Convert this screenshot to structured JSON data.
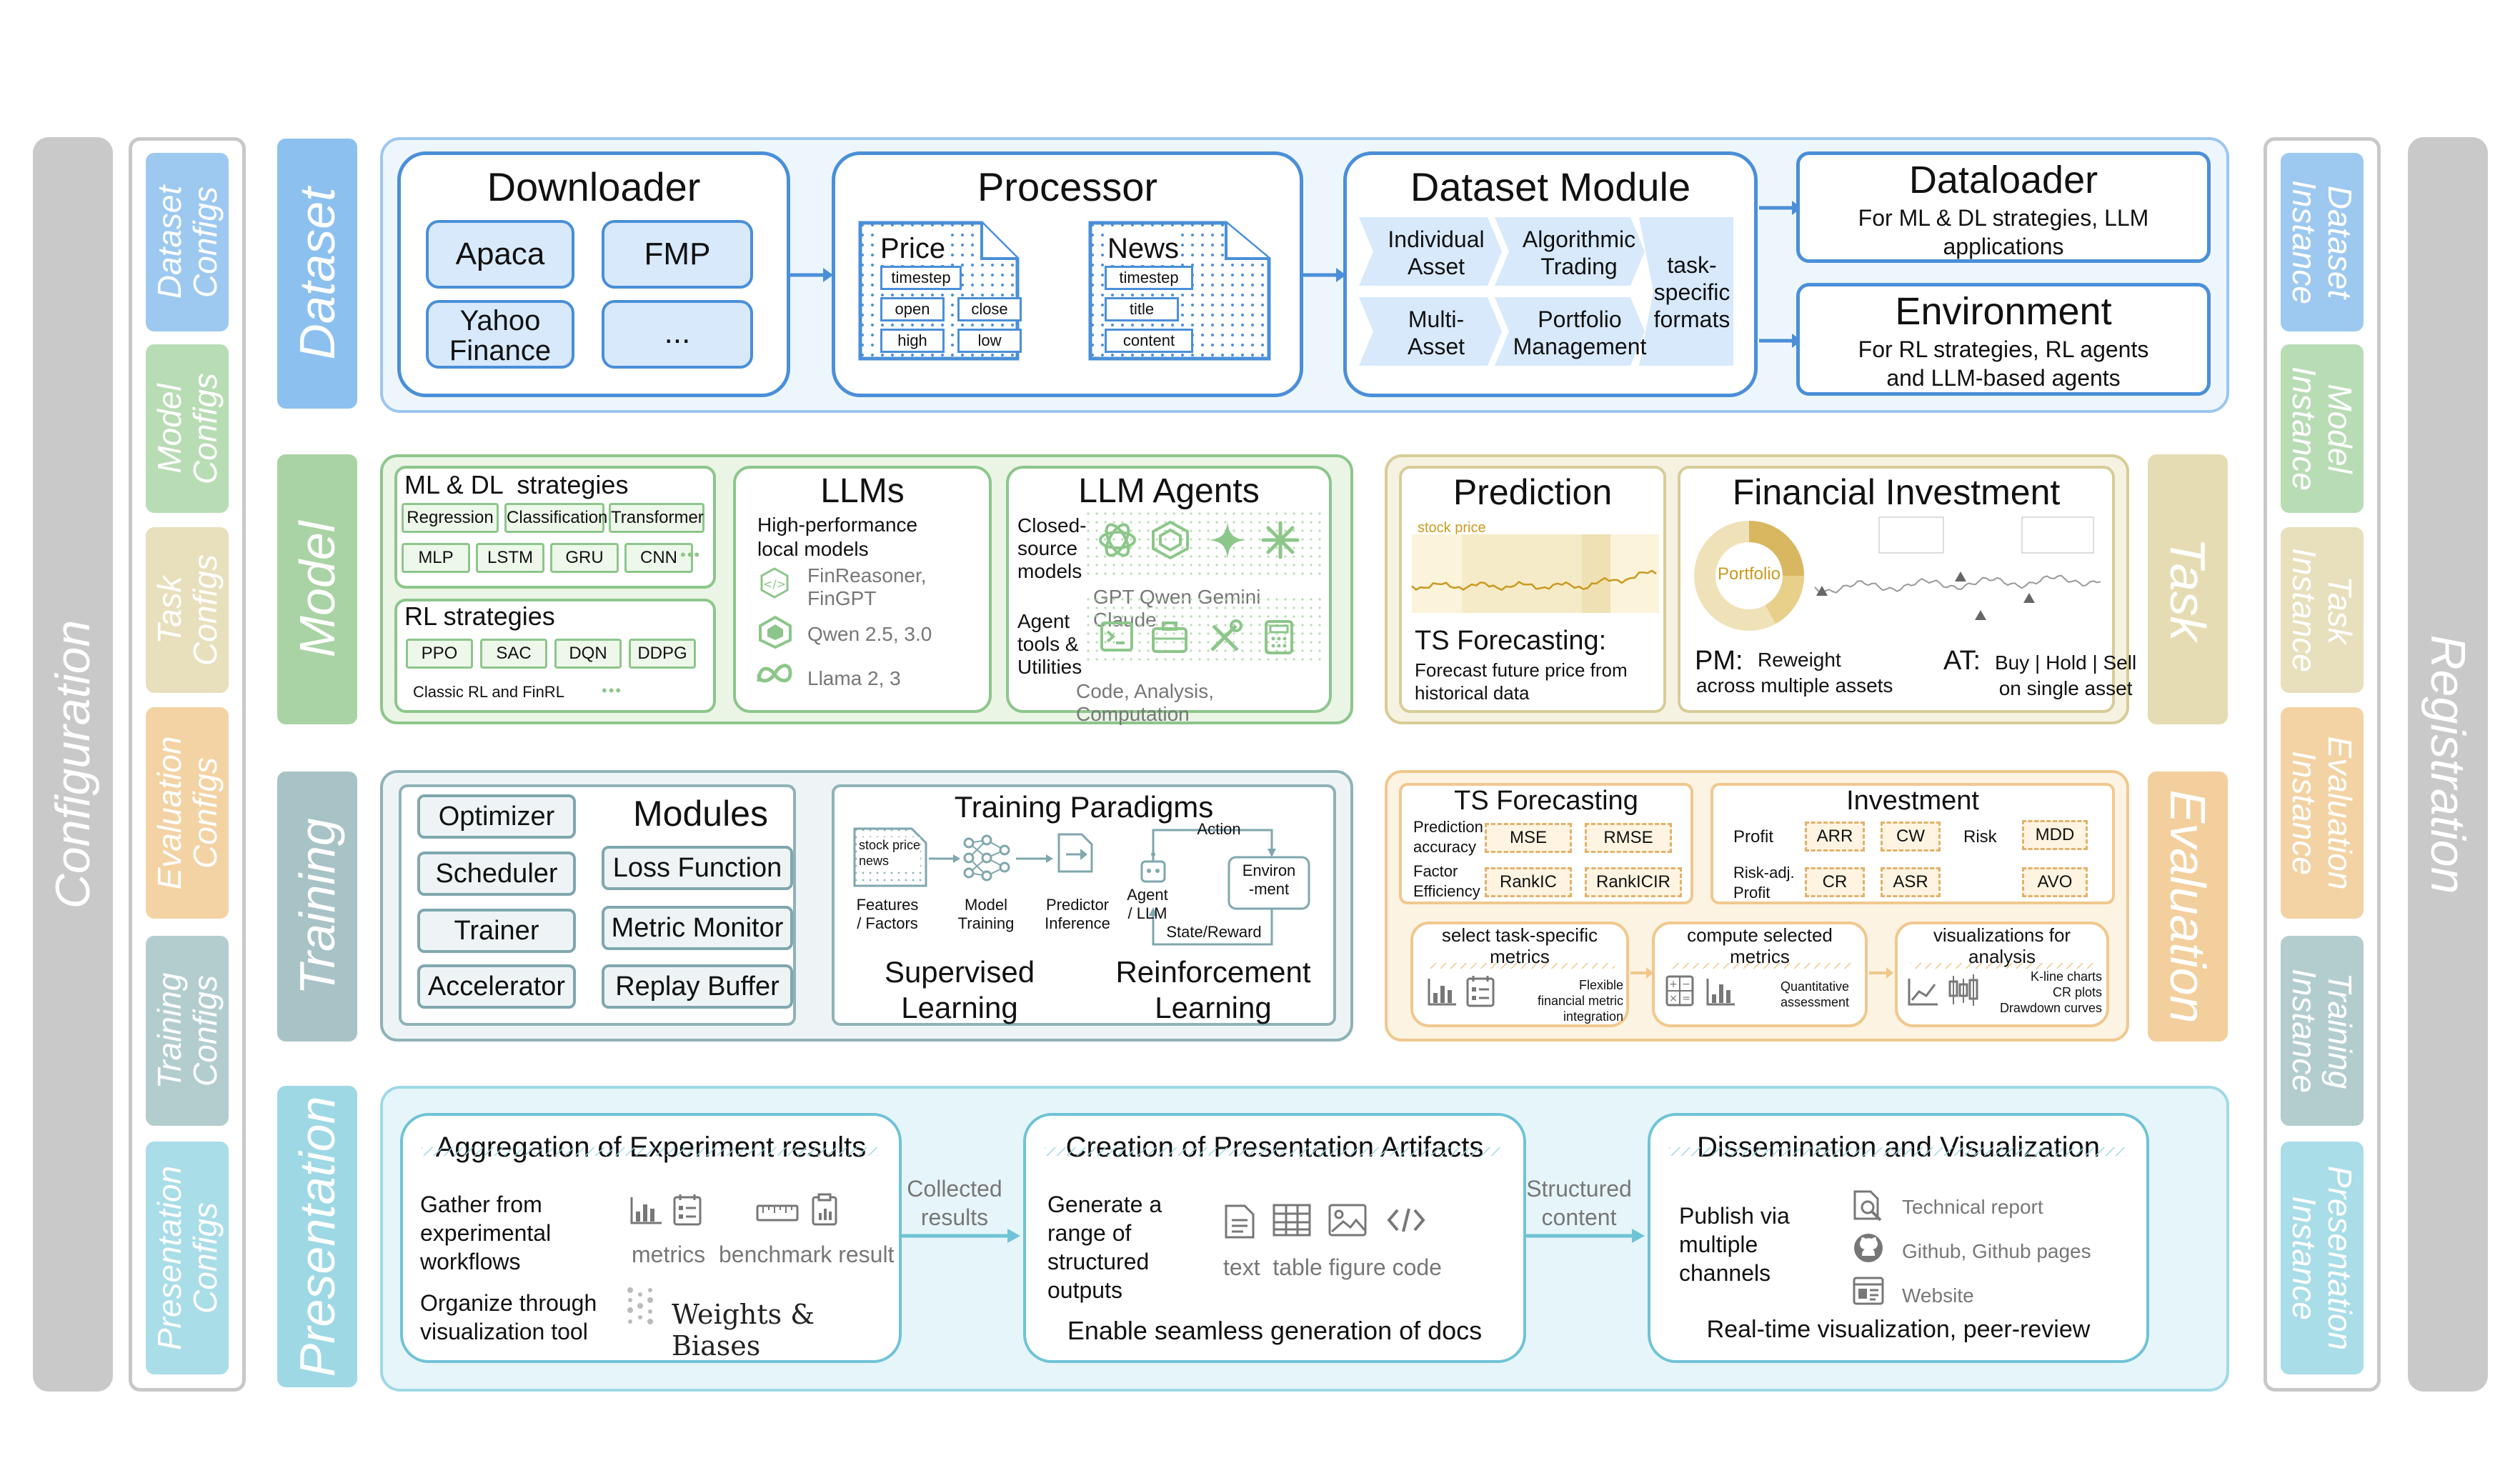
{
  "sidebars": {
    "left_title": "Configuration",
    "right_title": "Registration",
    "configs": [
      {
        "label": "Dataset Configs",
        "line1": "Dataset",
        "line2": "Configs",
        "color": "#9dc9f0"
      },
      {
        "label": "Model Configs",
        "line1": "Model",
        "line2": "Configs",
        "color": "#b8dcb4"
      },
      {
        "label": "Task Configs",
        "line1": "Task",
        "line2": "Configs",
        "color": "#e8dfbc"
      },
      {
        "label": "Evaluation Configs",
        "line1": "Evaluation",
        "line2": "Configs",
        "color": "#f3d3a4"
      },
      {
        "label": "Training Configs",
        "line1": "Training",
        "line2": "Configs",
        "color": "#b3cdcf"
      },
      {
        "label": "Presentation Configs",
        "line1": "Presentation",
        "line2": "Configs",
        "color": "#a9dde8"
      }
    ],
    "instances": [
      {
        "line1": "Dataset",
        "line2": "Instance",
        "color": "#9dc9f0"
      },
      {
        "line1": "Model",
        "line2": "Instance",
        "color": "#b8dcb4"
      },
      {
        "line1": "Task",
        "line2": "Instance",
        "color": "#e8dfbc"
      },
      {
        "line1": "Evaluation",
        "line2": "Instance",
        "color": "#f3d3a4"
      },
      {
        "line1": "Training",
        "line2": "Instance",
        "color": "#b3cdcf"
      },
      {
        "line1": "Presentation",
        "line2": "Instance",
        "color": "#a9dde8"
      }
    ]
  },
  "layers": {
    "dataset": "Dataset",
    "model": "Model",
    "training": "Training",
    "presentation": "Presentation",
    "task": "Task",
    "evaluation": "Evaluation"
  },
  "dataset": {
    "downloader": {
      "title": "Downloader",
      "sources": [
        "Apaca",
        "FMP",
        "Yahoo\nFinance",
        "..."
      ]
    },
    "processor": {
      "title": "Processor",
      "price": {
        "title": "Price",
        "fields": [
          "timestep",
          "open",
          "close",
          "high",
          "low"
        ]
      },
      "news": {
        "title": "News",
        "fields": [
          "timestep",
          "title",
          "content"
        ]
      }
    },
    "dataset_module": {
      "title": "Dataset Module",
      "items": [
        "Individual\nAsset",
        "Algorithmic\nTrading",
        "Multi-\nAsset",
        "Portfolio\nManagement"
      ],
      "side": "task-\nspecific\nformats"
    },
    "dataloader": {
      "title": "Dataloader",
      "desc": "For ML & DL strategies, LLM\napplications"
    },
    "environment": {
      "title": "Environment",
      "desc": "For RL strategies, RL agents\nand LLM-based agents"
    }
  },
  "model": {
    "mldl": {
      "title": "ML & DL  strategies",
      "row1": [
        "Regression",
        "Classification",
        "Transformer"
      ],
      "row2": [
        "MLP",
        "LSTM",
        "GRU",
        "CNN"
      ],
      "more": "•••"
    },
    "rl": {
      "title": "RL strategies",
      "chips": [
        "PPO",
        "SAC",
        "DQN",
        "DDPG"
      ],
      "desc": "Classic RL and FinRL",
      "more": "•••"
    },
    "llms": {
      "title": "LLMs",
      "desc": "High-performance\nlocal models",
      "items": [
        "FinReasoner,\nFinGPT",
        "Qwen 2.5, 3.0",
        "Llama 2, 3"
      ]
    },
    "agents": {
      "title": "LLM Agents",
      "closed": "Closed-\nsource\nmodels",
      "closed_names": "GPT Qwen Gemini Claude",
      "tools": "Agent\ntools &\nUtilities",
      "tools_names": "Code, Analysis, Computation"
    }
  },
  "task": {
    "prediction": {
      "title": "Prediction",
      "chart_label": "stock price",
      "sub": "TS Forecasting:",
      "desc": "Forecast future price from\nhistorical data"
    },
    "investment": {
      "title": "Financial Investment",
      "donut_label": "Portfolio",
      "pm_head": "PM:",
      "pm": "Reweight\nacross multiple assets",
      "at_head": "AT:",
      "at": "Buy | Hold | Sell\non single asset"
    }
  },
  "evaluation": {
    "ts": {
      "title": "TS Forecasting",
      "row1_label": "Prediction\naccuracy",
      "row1": [
        "MSE",
        "RMSE"
      ],
      "row2_label": "Factor\nEfficiency",
      "row2": [
        "RankIC",
        "RankICIR"
      ]
    },
    "inv": {
      "title": "Investment",
      "profit": "Profit",
      "profit_m": [
        "ARR",
        "CW"
      ],
      "risk": "Risk",
      "risk_m": [
        "MDD"
      ],
      "radj": "Risk-adj.\nProfit",
      "radj_m": [
        "CR",
        "ASR"
      ],
      "extra": [
        "AVO"
      ]
    },
    "steps": [
      {
        "title": "select task-specific\nmetrics",
        "desc": "Flexible\nfinancial metric\nintegration"
      },
      {
        "title": "compute selected\nmetrics",
        "desc": "Quantitative\nassessment"
      },
      {
        "title": "visualizations for\nanalysis",
        "desc": "K-line charts\nCR plots\nDrawdown curves"
      }
    ]
  },
  "training": {
    "modules_title": "Modules",
    "left": [
      "Optimizer",
      "Scheduler",
      "Trainer",
      "Accelerator"
    ],
    "right": [
      "Loss Function",
      "Metric Monitor",
      "Replay Buffer"
    ],
    "paradigms": {
      "title": "Training Paradigms",
      "sl_doc": "stock price\nnews",
      "features": "Features\n/ Factors",
      "model_training": "Model\nTraining",
      "predictor": "Predictor\nInference",
      "action": "Action",
      "agent": "Agent\n/ LLM",
      "env": "Environ\n-ment",
      "state": "State/Reward",
      "sl": "Supervised\nLearning",
      "rl": "Reinforcement\nLearning"
    }
  },
  "presentation": {
    "agg": {
      "title": "Aggregation of Experiment results",
      "gather": "Gather from\nexperimental\nworkflows",
      "icons1": "metrics",
      "icons2": "benchmark result",
      "organize": "Organize through\nvisualization tool",
      "wb": "Weights & Biases"
    },
    "arrow1": "Collected\nresults",
    "create": {
      "title": "Creation of Presentation Artifacts",
      "gen": "Generate a\nrange of\nstructured\noutputs",
      "types": "text  table figure code",
      "bottom": "Enable seamless generation of docs"
    },
    "arrow2": "Structured\ncontent",
    "diss": {
      "title": "Dissemination and Visualization",
      "publish": "Publish via\nmultiple\nchannels",
      "ch1": "Technical report",
      "ch2": "Github, Github pages",
      "ch3": "Website",
      "bottom": "Real-time visualization, peer-review"
    }
  }
}
